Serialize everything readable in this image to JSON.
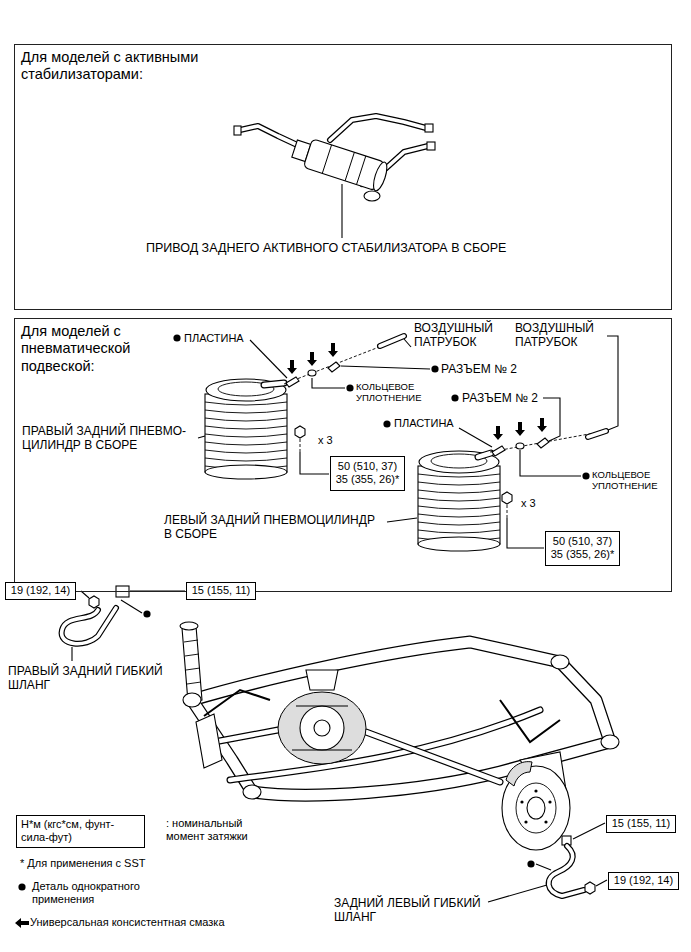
{
  "diagram": {
    "nodes": [
      {
        "text": [
          "Для моделей с активными стабилизаторами:"
        ]
      },
      {
        "text": [
          "Для моделей с пневматической подвеской:"
        ]
      },
      {
        "text": [
          "50 (510, 37)",
          "35 (355, 26)*"
        ],
        "in": 1
      },
      {
        "text": [
          "50 (510, 37)",
          "35 (355, 26)*"
        ],
        "in": 1
      },
      {
        "text": [
          "19 (192, 14)"
        ]
      },
      {
        "text": [
          "15 (155, 11)"
        ]
      },
      {
        "text": [
          "Н*м (кгс*см, фунт-сила-фут)"
        ]
      },
      {
        "text": [
          "15 (155, 11)"
        ]
      },
      {
        "text": [
          "19 (192, 14)"
        ]
      }
    ],
    "labels": [
      "ПРИВОД ЗАДНЕГО АКТИВНОГО СТАБИЛИЗАТОРА В СБОРЕ",
      "ПЛАСТИНА",
      "ВОЗДУШНЫЙ ПАТРУБОК",
      "ВОЗДУШНЫЙ ПАТРУБОК",
      "РАЗЪЕМ № 2",
      "КОЛЬЦЕВОЕ УПЛОТНЕНИЕ",
      "ПРАВЫЙ ЗАДНИЙ ПНЕВМО- ЦИЛИНДР В СБОРЕ",
      "x 3",
      "РАЗЪЕМ № 2",
      "ПЛАСТИНА",
      "КОЛЬЦЕВОЕ УПЛОТНЕНИЕ",
      "ЛЕВЫЙ ЗАДНИЙ ПНЕВМОЦИЛИНДР В СБОРЕ",
      "x 3",
      "ПРАВЫЙ ЗАДНИЙ ГИБКИЙ ШЛАНГ",
      ": номинальный момент затяжки",
      "* Для применения с SST",
      "ЗАДНИЙ ЛЕВЫЙ ГИБКИЙ ШЛАНГ"
    ],
    "legend": [
      {
        "text": "Деталь однократного применения"
      },
      {
        "text": "Универсальная консистентная смазка"
      }
    ]
  }
}
